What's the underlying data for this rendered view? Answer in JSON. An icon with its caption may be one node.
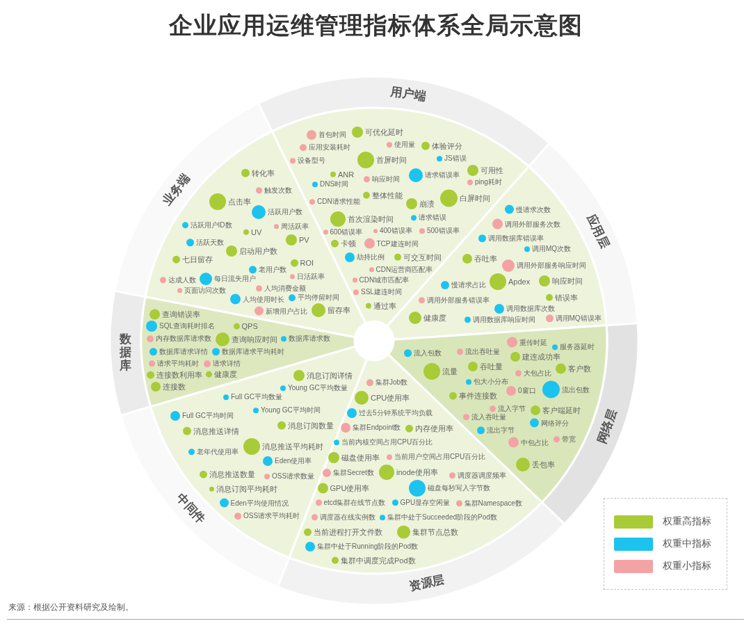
{
  "diagram": {
    "title": "企业应用运维管理指标体系全局示意图",
    "nodes": [
      {
        "text": [
          "用户端"
        ]
      },
      {
        "text": [
          "首包时间"
        ],
        "in": 0
      },
      {
        "text": [
          "可优化延时"
        ],
        "in": 0
      },
      {
        "text": [
          "应用安装耗时"
        ],
        "in": 0
      },
      {
        "text": [
          "使用量"
        ],
        "in": 0
      },
      {
        "text": [
          "体验评分"
        ],
        "in": 0
      },
      {
        "text": [
          "设备型号"
        ],
        "in": 0
      },
      {
        "text": [
          "首屏时间"
        ],
        "in": 0
      },
      {
        "text": [
          "JS错误"
        ],
        "in": 0
      },
      {
        "text": [
          "可用性"
        ],
        "in": 0
      },
      {
        "text": [
          "ANR"
        ],
        "in": 0
      },
      {
        "text": [
          "请求错误率"
        ],
        "in": 0
      },
      {
        "text": [
          "响应时间"
        ],
        "in": 0
      },
      {
        "text": [
          "ping耗时"
        ],
        "in": 0
      },
      {
        "text": [
          "DNS时间"
        ],
        "in": 0
      },
      {
        "text": [
          "整体性能"
        ],
        "in": 0
      },
      {
        "text": [
          "白屏时间"
        ],
        "in": 0
      },
      {
        "text": [
          "CDN请求性能"
        ],
        "in": 0
      },
      {
        "text": [
          "崩溃"
        ],
        "in": 0
      },
      {
        "text": [
          "请求错误"
        ],
        "in": 0
      },
      {
        "text": [
          "首次渲染时间"
        ],
        "in": 0
      },
      {
        "text": [
          "600错误率"
        ],
        "in": 0
      },
      {
        "text": [
          "400错误率"
        ],
        "in": 0
      },
      {
        "text": [
          "500错误率"
        ],
        "in": 0
      },
      {
        "text": [
          "卡顿"
        ],
        "in": 0
      },
      {
        "text": [
          "TCP建连时间"
        ],
        "in": 0
      },
      {
        "text": [
          "劫持比例"
        ],
        "in": 0
      },
      {
        "text": [
          "可交互时间"
        ],
        "in": 0
      },
      {
        "text": [
          "CDN运营商匹配率"
        ],
        "in": 0
      },
      {
        "text": [
          "CDN城市匹配率"
        ],
        "in": 0
      },
      {
        "text": [
          "SSL建连时间"
        ],
        "in": 0
      },
      {
        "text": [
          "通过率"
        ],
        "in": 0
      },
      {
        "text": [
          "应用层"
        ]
      },
      {
        "text": [
          "慢请求次数"
        ],
        "in": 32
      },
      {
        "text": [
          "调用外部服务次数"
        ],
        "in": 32
      },
      {
        "text": [
          "调用数据库错误率"
        ],
        "in": 32
      },
      {
        "text": [
          "调用MQ次数"
        ],
        "in": 32
      },
      {
        "text": [
          "吞吐率"
        ],
        "in": 32
      },
      {
        "text": [
          "调用外部服务响应时间"
        ],
        "in": 32
      },
      {
        "text": [
          "慢请求占比"
        ],
        "in": 32
      },
      {
        "text": [
          "Apdex"
        ],
        "in": 32
      },
      {
        "text": [
          "响应时间"
        ],
        "in": 32
      },
      {
        "text": [
          "调用外部服务错误率"
        ],
        "in": 32
      },
      {
        "text": [
          "错误率"
        ],
        "in": 32
      },
      {
        "text": [
          "调用数据库次数"
        ],
        "in": 32
      },
      {
        "text": [
          "健康度"
        ],
        "in": 32
      },
      {
        "text": [
          "调用数据库响应时间"
        ],
        "in": 32
      },
      {
        "text": [
          "调用MQ错误率"
        ],
        "in": 32
      },
      {
        "text": [
          "网络层"
        ]
      },
      {
        "text": [
          "重传时延"
        ],
        "in": 48
      },
      {
        "text": [
          "服务器延时"
        ],
        "in": 48
      },
      {
        "text": [
          "流入包数"
        ],
        "in": 48
      },
      {
        "text": [
          "流出吞吐量"
        ],
        "in": 48
      },
      {
        "text": [
          "建连成功率"
        ],
        "in": 48
      },
      {
        "text": [
          "流量"
        ],
        "in": 48
      },
      {
        "text": [
          "吞吐量"
        ],
        "in": 48
      },
      {
        "text": [
          "大包占比"
        ],
        "in": 48
      },
      {
        "text": [
          "客户数"
        ],
        "in": 48
      },
      {
        "text": [
          "包大小分布"
        ],
        "in": 48
      },
      {
        "text": [
          "0窗口"
        ],
        "in": 48
      },
      {
        "text": [
          "流出包数"
        ],
        "in": 48
      },
      {
        "text": [
          "事件连接数"
        ],
        "in": 48
      },
      {
        "text": [
          "流入字节"
        ],
        "in": 48
      },
      {
        "text": [
          "客户端延时"
        ],
        "in": 48
      },
      {
        "text": [
          "流入吞吐量"
        ],
        "in": 48
      },
      {
        "text": [
          "网络评分"
        ],
        "in": 48
      },
      {
        "text": [
          "流出字节"
        ],
        "in": 48
      },
      {
        "text": [
          "中包占比"
        ],
        "in": 48
      },
      {
        "text": [
          "带宽"
        ],
        "in": 48
      },
      {
        "text": [
          "丢包率"
        ],
        "in": 48
      },
      {
        "text": [
          "资源层"
        ]
      },
      {
        "text": [
          "集群Job数"
        ],
        "in": 70
      },
      {
        "text": [
          "CPU使用率"
        ],
        "in": 70
      },
      {
        "text": [
          "过去5分钟系统平均负载"
        ],
        "in": 70
      },
      {
        "text": [
          "集群Endpoint数"
        ],
        "in": 70
      },
      {
        "text": [
          "内存使用率"
        ],
        "in": 70
      },
      {
        "text": [
          "当前内核空间占用CPU百分比"
        ],
        "in": 70
      },
      {
        "text": [
          "磁盘使用率"
        ],
        "in": 70
      },
      {
        "text": [
          "当前用户空间占用CPU百分比"
        ],
        "in": 70
      },
      {
        "text": [
          "集群Secret数"
        ],
        "in": 70
      },
      {
        "text": [
          "inode使用率"
        ],
        "in": 70
      },
      {
        "text": [
          "调度器调度频率"
        ],
        "in": 70
      },
      {
        "text": [
          "GPU使用率"
        ],
        "in": 70
      },
      {
        "text": [
          "磁盘每秒写入字节数"
        ],
        "in": 70
      },
      {
        "text": [
          "etcd集群在线节点数"
        ],
        "in": 70
      },
      {
        "text": [
          "GPU显存空闲量"
        ],
        "in": 70
      },
      {
        "text": [
          "集群Namespace数"
        ],
        "in": 70
      },
      {
        "text": [
          "调度器在线实例数"
        ],
        "in": 70
      },
      {
        "text": [
          "集群中处于Succeeded阶段的Pod数"
        ],
        "in": 70
      },
      {
        "text": [
          "当前进程打开文件数"
        ],
        "in": 70
      },
      {
        "text": [
          "集群节点总数"
        ],
        "in": 70
      },
      {
        "text": [
          "集群中处于Running阶段的Pod数"
        ],
        "in": 70
      },
      {
        "text": [
          "集群中调度完成Pod数"
        ],
        "in": 70
      },
      {
        "text": [
          "中间件"
        ]
      },
      {
        "text": [
          "消息订阅详情"
        ],
        "in": 93
      },
      {
        "text": [
          "Young GC平均数量"
        ],
        "in": 93
      },
      {
        "text": [
          "Full GC平均数量"
        ],
        "in": 93
      },
      {
        "text": [
          "Young GC平均时间"
        ],
        "in": 93
      },
      {
        "text": [
          "Full GC平均时间"
        ],
        "in": 93
      },
      {
        "text": [
          "消息订阅数量"
        ],
        "in": 93
      },
      {
        "text": [
          "消息推送详情"
        ],
        "in": 93
      },
      {
        "text": [
          "消息推送平均耗时"
        ],
        "in": 93
      },
      {
        "text": [
          "老年代使用率"
        ],
        "in": 93
      },
      {
        "text": [
          "Eden使用率"
        ],
        "in": 93
      },
      {
        "text": [
          "消息推送数量"
        ],
        "in": 93
      },
      {
        "text": [
          "OSS请求数量"
        ],
        "in": 93
      },
      {
        "text": [
          "消息订阅平均耗时"
        ],
        "in": 93
      },
      {
        "text": [
          "Eden平均使用情况"
        ],
        "in": 93
      },
      {
        "text": [
          "OSS请求平均耗时"
        ],
        "in": 93
      },
      {
        "text": [
          "数据库"
        ]
      },
      {
        "text": [
          "查询错误率"
        ],
        "in": 109
      },
      {
        "text": [
          "SQL查询耗时排名"
        ],
        "in": 109
      },
      {
        "text": [
          "QPS"
        ],
        "in": 109
      },
      {
        "text": [
          "内存数据库请求数"
        ],
        "in": 109
      },
      {
        "text": [
          "查询响应时间"
        ],
        "in": 109
      },
      {
        "text": [
          "数据库请求详情"
        ],
        "in": 109
      },
      {
        "text": [
          "数据库请求平均耗时"
        ],
        "in": 109
      },
      {
        "text": [
          "数据库请求数"
        ],
        "in": 109
      },
      {
        "text": [
          "请求平均耗时"
        ],
        "in": 109
      },
      {
        "text": [
          "请求详情"
        ],
        "in": 109
      },
      {
        "text": [
          "连接数利用率"
        ],
        "in": 109
      },
      {
        "text": [
          "健康度"
        ],
        "in": 109
      },
      {
        "text": [
          "连接数"
        ],
        "in": 109
      },
      {
        "text": [
          "业务端"
        ]
      },
      {
        "text": [
          "转化率"
        ],
        "in": 123
      },
      {
        "text": [
          "触发次数"
        ],
        "in": 123
      },
      {
        "text": [
          "点击率"
        ],
        "in": 123
      },
      {
        "text": [
          "活跃用户数"
        ],
        "in": 123
      },
      {
        "text": [
          "活跃用户ID数"
        ],
        "in": 123
      },
      {
        "text": [
          "周活跃率"
        ],
        "in": 123
      },
      {
        "text": [
          "UV"
        ],
        "in": 123
      },
      {
        "text": [
          "活跃天数"
        ],
        "in": 123
      },
      {
        "text": [
          "PV"
        ],
        "in": 123
      },
      {
        "text": [
          "启动用户数"
        ],
        "in": 123
      },
      {
        "text": [
          "七日留存"
        ],
        "in": 123
      },
      {
        "text": [
          "ROI"
        ],
        "in": 123
      },
      {
        "text": [
          "老用户数"
        ],
        "in": 123
      },
      {
        "text": [
          "日活跃率"
        ],
        "in": 123
      },
      {
        "text": [
          "每日流失用户"
        ],
        "in": 123
      },
      {
        "text": [
          "达成人数"
        ],
        "in": 123
      },
      {
        "text": [
          "人均消费金额"
        ],
        "in": 123
      },
      {
        "text": [
          "页面访问次数"
        ],
        "in": 123
      },
      {
        "text": [
          "人均使用时长"
        ],
        "in": 123
      },
      {
        "text": [
          "平均停留时间"
        ],
        "in": 123
      },
      {
        "text": [
          "新增用户占比"
        ],
        "in": 123
      },
      {
        "text": [
          "留存率"
        ],
        "in": 123
      }
    ],
    "labels": [
      "来源：根据公开资料研究及绘制。"
    ],
    "legend": [
      {
        "text": "权重高指标",
        "color": "#a9cb37"
      },
      {
        "text": "权重中指标",
        "color": "#1cc3ee"
      },
      {
        "text": "权重小指标",
        "color": "#f3a3a3"
      }
    ]
  }
}
